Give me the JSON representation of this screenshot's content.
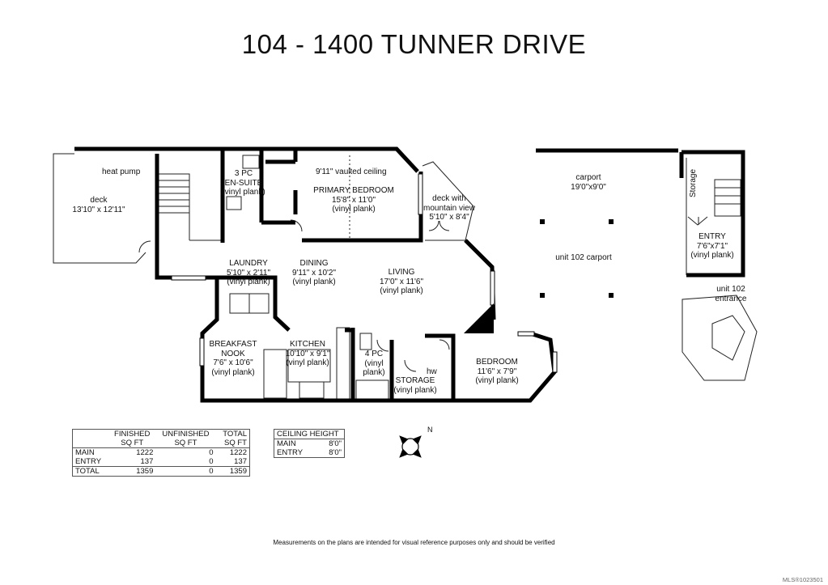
{
  "title": "104 - 1400 TUNNER DRIVE",
  "rooms": {
    "heat_pump": "heat pump",
    "deck": {
      "name": "deck",
      "dims": "13'10\" x 12'11\""
    },
    "ensuite": {
      "line1": "3 PC",
      "line2": "EN-SUITE",
      "line3": "(vinyl plank)"
    },
    "vaulted": "9'11\" vaulted ceiling",
    "primary": {
      "name": "PRIMARY BEDROOM",
      "dims": "15'8\" x 11'0\"",
      "floor": "(vinyl plank)"
    },
    "deck_view": {
      "line1": "deck with",
      "line2": "mountain view",
      "dims": "5'10\" x 8'4\""
    },
    "carport": {
      "name": "carport",
      "dims": "19'0\"x9'0\""
    },
    "unit_carport": "unit 102 carport",
    "storage_vert": "Storage",
    "entry": {
      "name": "ENTRY",
      "dims": "7'6\"x7'1\"",
      "floor": "(vinyl plank)"
    },
    "unit_entrance": {
      "line1": "unit 102",
      "line2": "entrance"
    },
    "laundry": {
      "name": "LAUNDRY",
      "dims": "5'10\" x 2'11\"",
      "floor": "(vinyl plank)"
    },
    "dining": {
      "name": "DINING",
      "dims": "9'11\" x 10'2\"",
      "floor": "(vinyl plank)"
    },
    "living": {
      "name": "LIVING",
      "dims": "17'0\" x 11'6\"",
      "floor": "(vinyl plank)"
    },
    "nook": {
      "line1": "BREAKFAST",
      "line2": "NOOK",
      "dims": "7'6\" x 10'6\"",
      "floor": "(vinyl plank)"
    },
    "kitchen": {
      "name": "KITCHEN",
      "dims": "10'10\" x 9'1\"",
      "floor": "(vinyl plank)"
    },
    "bath4": {
      "line1": "4 PC",
      "line2": "(vinyl",
      "line3": "plank)"
    },
    "hw": "hw",
    "storage": {
      "name": "STORAGE",
      "floor": "(vinyl plank)"
    },
    "bedroom": {
      "name": "BEDROOM",
      "dims": "11'6\" x 7'9\"",
      "floor": "(vinyl plank)"
    }
  },
  "sqft_table": {
    "headers_top": [
      "",
      "FINISHED",
      "UNFINISHED",
      "TOTAL"
    ],
    "headers_sub": [
      "",
      "SQ FT",
      "SQ FT",
      "SQ FT"
    ],
    "rows": [
      [
        "MAIN",
        "1222",
        "0",
        "1222"
      ],
      [
        "ENTRY",
        "137",
        "0",
        "137"
      ],
      [
        "TOTAL",
        "1359",
        "0",
        "1359"
      ]
    ]
  },
  "ceiling_table": {
    "header": "CEILING HEIGHT",
    "rows": [
      [
        "MAIN",
        "8'0\""
      ],
      [
        "ENTRY",
        "8'0\""
      ]
    ]
  },
  "compass": "N",
  "disclaimer": "Measurements on the plans are intended for visual reference purposes only and should be verified",
  "mls": "MLS®1023501"
}
